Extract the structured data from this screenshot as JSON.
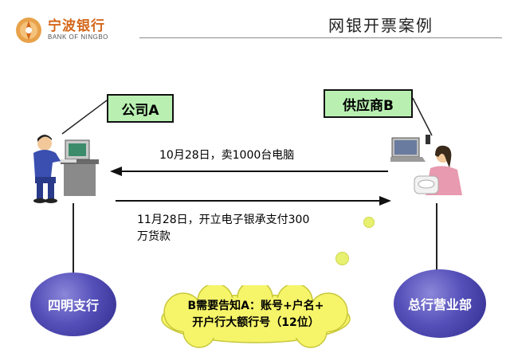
{
  "header": {
    "logo_cn": "宁波银行",
    "logo_en": "BANK OF NINGBO",
    "title": "网银开票案例"
  },
  "parties": {
    "company_a": "公司A",
    "supplier_b": "供应商B"
  },
  "flows": {
    "top": "10月28日，卖1000台电脑",
    "bottom_line1": "11月28日，开立电子银承支付300",
    "bottom_line2": "万货款"
  },
  "branches": {
    "left": "四明支行",
    "right": "总行营业部"
  },
  "cloud": {
    "line1": "B需要告知A：账号+户名+",
    "line2": "开户行大额行号（12位）"
  },
  "colors": {
    "accent": "#d4671a",
    "party_fill": "#b9f0b2",
    "branch_fill": "#4a45b0",
    "cloud_fill": "#f6f56a",
    "dot_fill": "#e8f070"
  }
}
